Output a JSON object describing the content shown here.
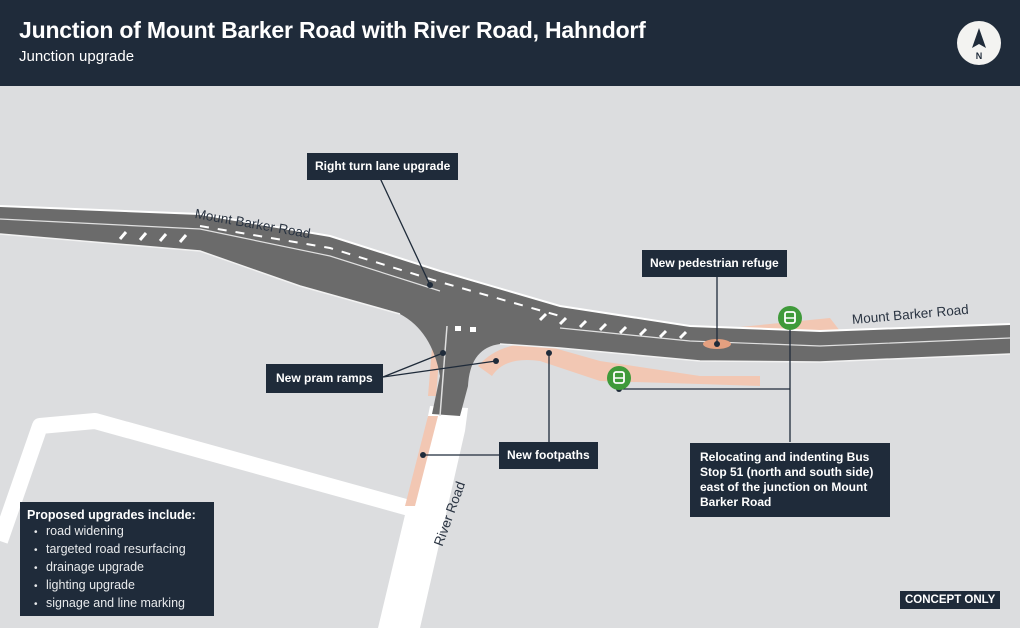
{
  "header": {
    "title": "Junction of Mount Barker Road with River Road, Hahndorf",
    "subtitle": "Junction upgrade",
    "compass_label": "N",
    "compass_icon": "north-arrow-icon"
  },
  "roads": {
    "mount_barker_west": "Mount Barker Road",
    "mount_barker_east": "Mount Barker Road",
    "river_road": "River Road"
  },
  "callouts": {
    "right_turn": "Right turn lane upgrade",
    "pedestrian_refuge": "New pedestrian refuge",
    "pram_ramps": "New pram ramps",
    "footpaths": "New footpaths",
    "bus_stop": "Relocating and indenting Bus Stop 51 (north and south side) east of the junction on Mount Barker Road"
  },
  "legend": {
    "title": "Proposed upgrades include:",
    "items": [
      "road widening",
      "targeted road resurfacing",
      "drainage upgrade",
      "lighting upgrade",
      "signage and line marking"
    ]
  },
  "badge": "CONCEPT ONLY",
  "icons": {
    "bus_stop": "bus-stop-icon"
  },
  "colors": {
    "header_bg": "#1f2b3a",
    "map_bg": "#dcdddf",
    "road": "#6b6b6b",
    "footpath": "#f2c7b3",
    "bus_stop": "#3f9a3a"
  }
}
